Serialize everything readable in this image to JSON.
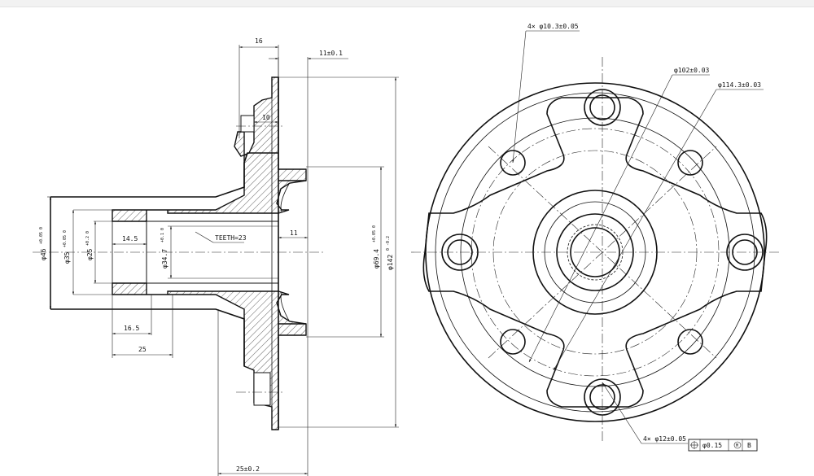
{
  "side_view": {
    "dim_top_16": "16",
    "dim_top_11": "11±0.1",
    "dim_10": "10",
    "dim_11_right": "11",
    "dim_14_5": "14.5",
    "dim_16_5": "16.5",
    "dim_25": "25",
    "dim_25_02": "25±0.2",
    "teeth": "TEETH=23",
    "dia_46": "φ46",
    "dia_46_tol": "+0.05 0",
    "dia_35": "φ35",
    "dia_35_tol": "+0.05 0",
    "dia_25": "φ25",
    "dia_25_tol": "+0.2 0",
    "dia_34": "φ34.7",
    "dia_34_tol": "+0.1 0",
    "dia_69": "φ69.4",
    "dia_69_tol": "+0.05 0",
    "dia_142": "φ142",
    "dia_142_tol": "0 -0.2"
  },
  "front_view": {
    "holes_small": "4× φ10.3±0.05",
    "pcd_102": "φ102±0.03",
    "pcd_114": "φ114.3±0.03",
    "holes_large": "4× φ12±0.05",
    "gdt_value": "φ0.15",
    "gdt_modifier": "M",
    "gdt_datum": "B"
  }
}
